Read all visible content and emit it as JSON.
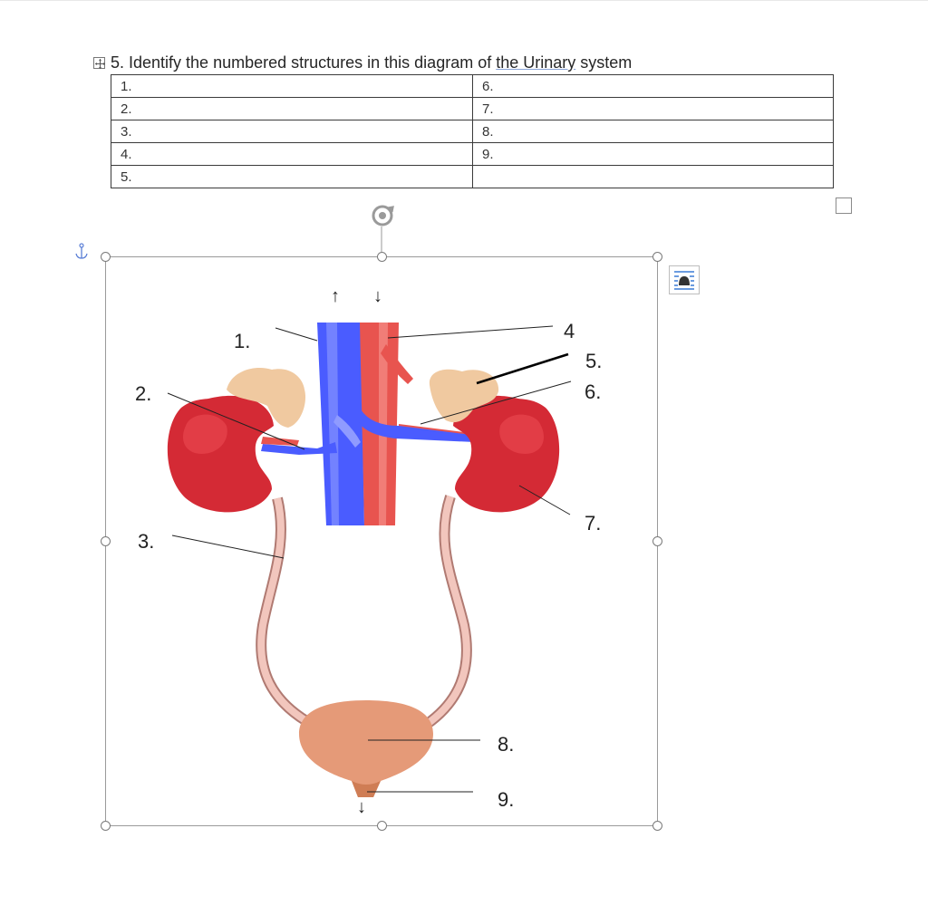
{
  "question": {
    "prefix": "5. Identify the numbered structures in this diagram of ",
    "underlined": "the  Urinary",
    "suffix": " system"
  },
  "answer_table": {
    "rows": [
      {
        "left": "1.",
        "right": "6."
      },
      {
        "left": "2.",
        "right": "7."
      },
      {
        "left": "3.",
        "right": "8."
      },
      {
        "left": "4.",
        "right": "9."
      },
      {
        "left": "5.",
        "right": ""
      }
    ]
  },
  "diagram": {
    "labels": {
      "l1": "1.",
      "l2": "2.",
      "l3": "3.",
      "l4": "4",
      "l5": "5.",
      "l6": "6.",
      "l7": "7.",
      "l8": "8.",
      "l9": "9."
    },
    "arrows": {
      "up": "↑",
      "down": "↓",
      "out": "↓"
    },
    "colors": {
      "vein": "#4a5cff",
      "artery": "#e8544f",
      "kidney": "#d42a35",
      "adrenal": "#f0c9a0",
      "ureter": "#e2a9a0",
      "bladder": "#e59a78"
    }
  },
  "icons": {
    "move": "move-handle-icon",
    "rotate": "rotate-handle-icon",
    "anchor": "anchor-icon",
    "layout": "layout-options-icon"
  }
}
